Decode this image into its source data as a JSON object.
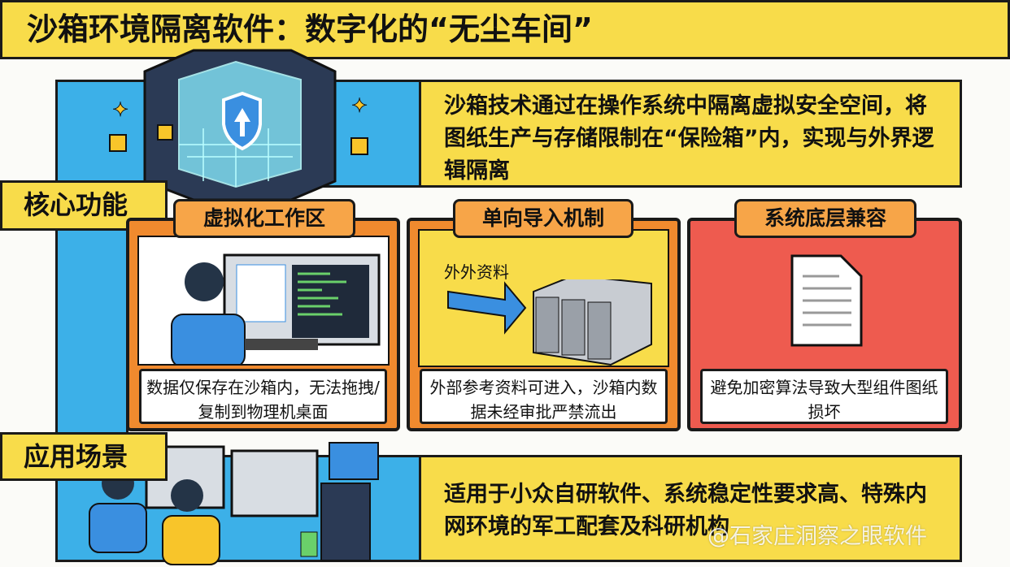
{
  "title": "沙箱环境隔离软件：数字化的“无尘车间”",
  "intro": "沙箱技术通过在操作系统中隔离虚拟安全空间，将图纸生产与存储限制在“保险箱”内，实现与外界逻辑隔离",
  "core_section": {
    "label": "核心功能",
    "cards": [
      {
        "title": "虚拟化工作区",
        "caption": "数据仅保存在沙箱内，无法拖拽/复制到物理机桌面"
      },
      {
        "title": "单向导入机制",
        "arrow_label": "外外资料",
        "caption": "外部参考资料可进入，沙箱内数据未经审批严禁流出"
      },
      {
        "title": "系统底层兼容",
        "caption": "避免加密算法导致大型组件图纸损坏"
      }
    ]
  },
  "app_section": {
    "label": "应用场景",
    "text": "适用于小众自研软件、系统稳定性要求高、特殊内网环境的军工配套及科研机构"
  },
  "watermark": "@石家庄洞察之眼软件",
  "colors": {
    "yellow": "#f8dc4a",
    "blue": "#3cb0e8",
    "orange": "#f08a2e",
    "red": "#ee5b4f",
    "navy": "#2b3a55"
  }
}
